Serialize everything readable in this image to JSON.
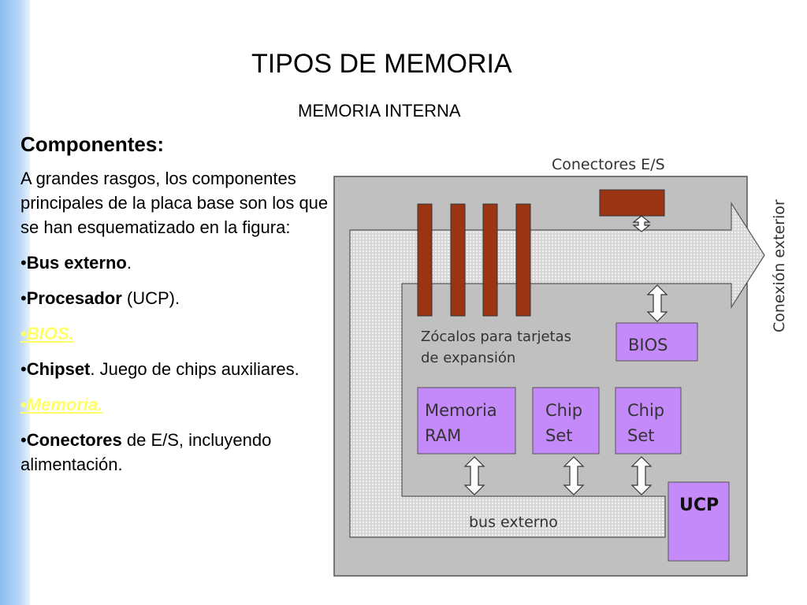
{
  "header": {
    "title": "TIPOS DE MEMORIA",
    "subtitle": "MEMORIA INTERNA"
  },
  "content": {
    "heading": "Componentes:",
    "intro": "A grandes rasgos, los componentes principales de la placa base son los que se han esquematizado en la figura:",
    "bullets": [
      {
        "bullet": "•",
        "bold": "Bus externo",
        "rest": "."
      },
      {
        "bullet": "•",
        "bold": "Procesador",
        "rest": " (UCP)."
      },
      {
        "bullet": "•",
        "link": "BIOS."
      },
      {
        "bullet": "•",
        "bold": "Chipset",
        "rest": ".  Juego de chips auxiliares."
      },
      {
        "bullet": "•",
        "link": "Memoria."
      },
      {
        "bullet": "•",
        "bold": "Conectores",
        "rest": " de E/S, incluyendo alimentación."
      }
    ]
  },
  "diagram": {
    "connectors_label": "Conectores E/S",
    "external_label": "Conexión exterior",
    "slots_label_line1": "Zócalos para tarjetas",
    "slots_label_line2": "de expansión",
    "bios_label": "BIOS",
    "ram_label_line1": "Memoria",
    "ram_label_line2": "RAM",
    "chipset1_line1": "Chip",
    "chipset1_line2": "Set",
    "chipset2_line1": "Chip",
    "chipset2_line2": "Set",
    "ucp_label": "UCP",
    "bus_label": "bus externo",
    "colors": {
      "board": "#c0c0c0",
      "bus": "#e6e6e6",
      "slot": "#9a3412",
      "component": "#c58af9",
      "link_text": "#ffff66"
    }
  }
}
